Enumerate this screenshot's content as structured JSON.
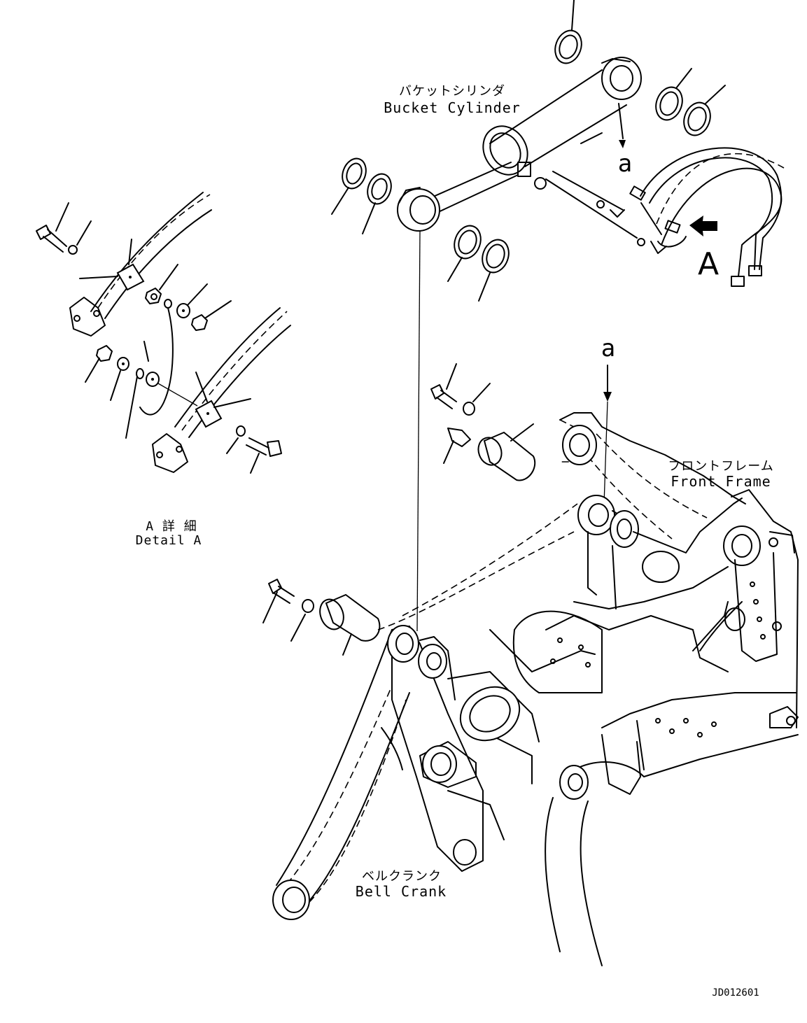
{
  "labels": {
    "bucket_cylinder_jp": "バケットシリンダ",
    "bucket_cylinder_en": "Bucket Cylinder",
    "front_frame_jp": "フロントフレーム",
    "front_frame_en": "Front Frame",
    "detail_a_jp": "A 詳 細",
    "detail_a_en": "Detail A",
    "bell_crank_jp": "ベルクランク",
    "bell_crank_en": "Bell Crank",
    "view_marker": "A",
    "ref_a_top": "a",
    "ref_a_mid": "a",
    "drawing_code": "JD012601"
  }
}
